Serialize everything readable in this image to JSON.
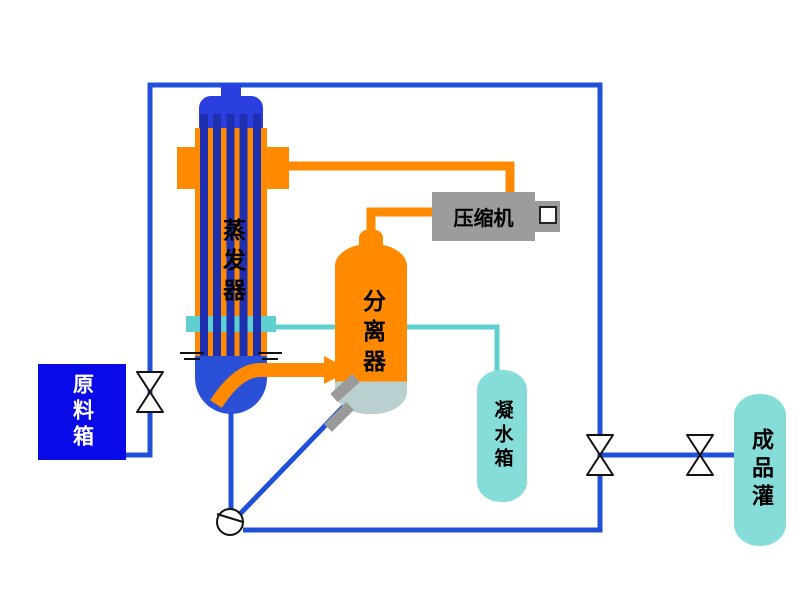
{
  "colors": {
    "pipe_blue": "#2050d8",
    "pipe_orange": "#ff8a00",
    "pipe_cyan": "#5fd0cf",
    "gray": "#9a9a9a",
    "raw_tank_blue": "#0a0ae8",
    "vessel_orange": "#ff8a00",
    "tube_blue": "#1e2fb0",
    "cap_blue": "#2b3fe0",
    "bottom_blue": "#2b50d8",
    "tank_cyan": "#86dcd8",
    "compressor_gray": "#9c9c9c",
    "valve_fill": "#ffffff",
    "outline_black": "#111111"
  },
  "labels": {
    "raw_tank": "原料箱",
    "evaporator": "蒸发器",
    "separator": "分离器",
    "compressor": "压缩机",
    "condensate_tank": "凝水箱",
    "product_tank": "成品灌"
  }
}
